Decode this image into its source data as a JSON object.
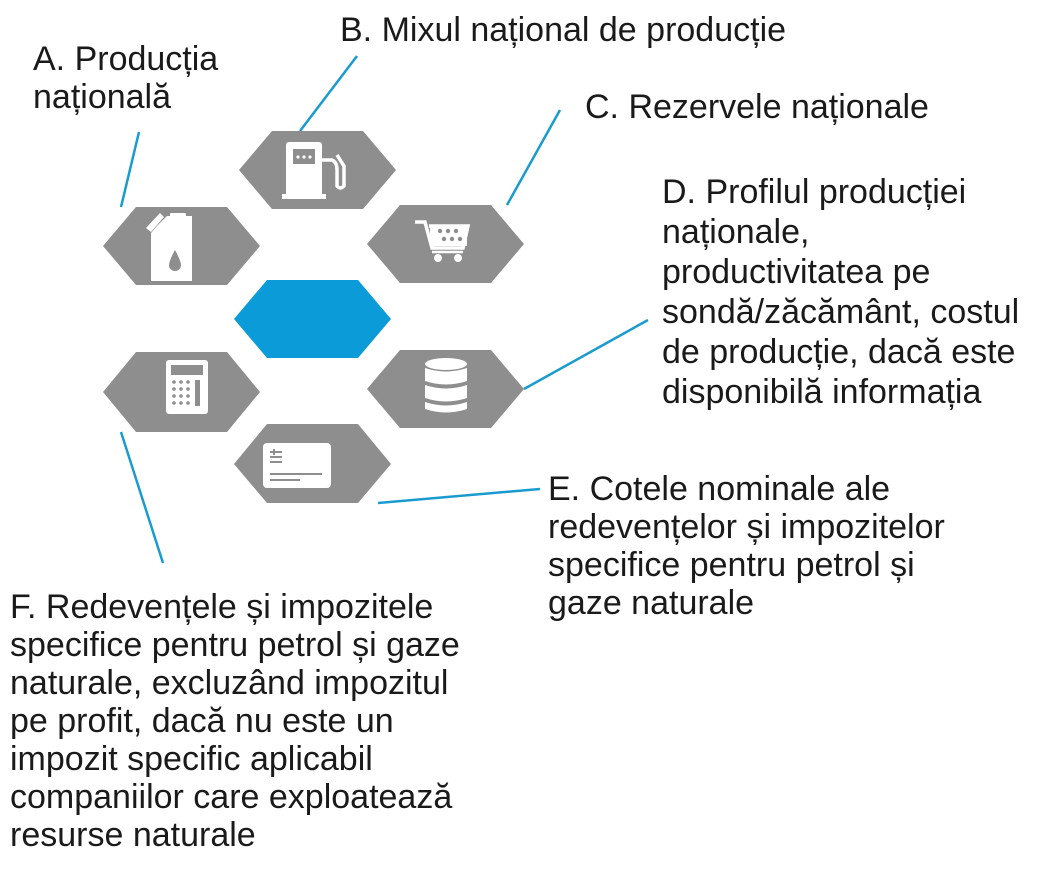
{
  "colors": {
    "hex_gray": "#8e8e8e",
    "hex_center": "#0a9bd8",
    "icon_white": "#ffffff",
    "connector": "#1a9bd0",
    "text": "#1a1a1a"
  },
  "hexagons": [
    {
      "id": "fuel-pump",
      "icon": "fuel-pump-icon"
    },
    {
      "id": "oil-canister",
      "icon": "oil-canister-icon"
    },
    {
      "id": "shopping-cart",
      "icon": "shopping-cart-icon"
    },
    {
      "id": "center",
      "icon": ""
    },
    {
      "id": "calculator",
      "icon": "calculator-icon"
    },
    {
      "id": "oil-barrel",
      "icon": "oil-barrel-icon"
    },
    {
      "id": "document-card",
      "icon": "document-card-icon"
    }
  ],
  "labels": {
    "a": "A. Producția\nnațională",
    "b": "B. Mixul național de producție",
    "c": "C. Rezervele naționale",
    "d": "D. Profilul producției\nnaționale,\nproductivitatea pe\nsondă/zăcământ, costul\nde producție, dacă este\ndisponibilă informația",
    "e": "E. Cotele nominale ale\nredevențelor și impozitelor\nspecifice pentru petrol și\ngaze naturale",
    "f": "F. Redevențele și impozitele\nspecifice pentru petrol și gaze\nnaturale, excluzând impozitul\npe profit, dacă nu este un\nimpozit specific aplicabil\ncompaniilor care exploatează\nresurse naturale"
  }
}
